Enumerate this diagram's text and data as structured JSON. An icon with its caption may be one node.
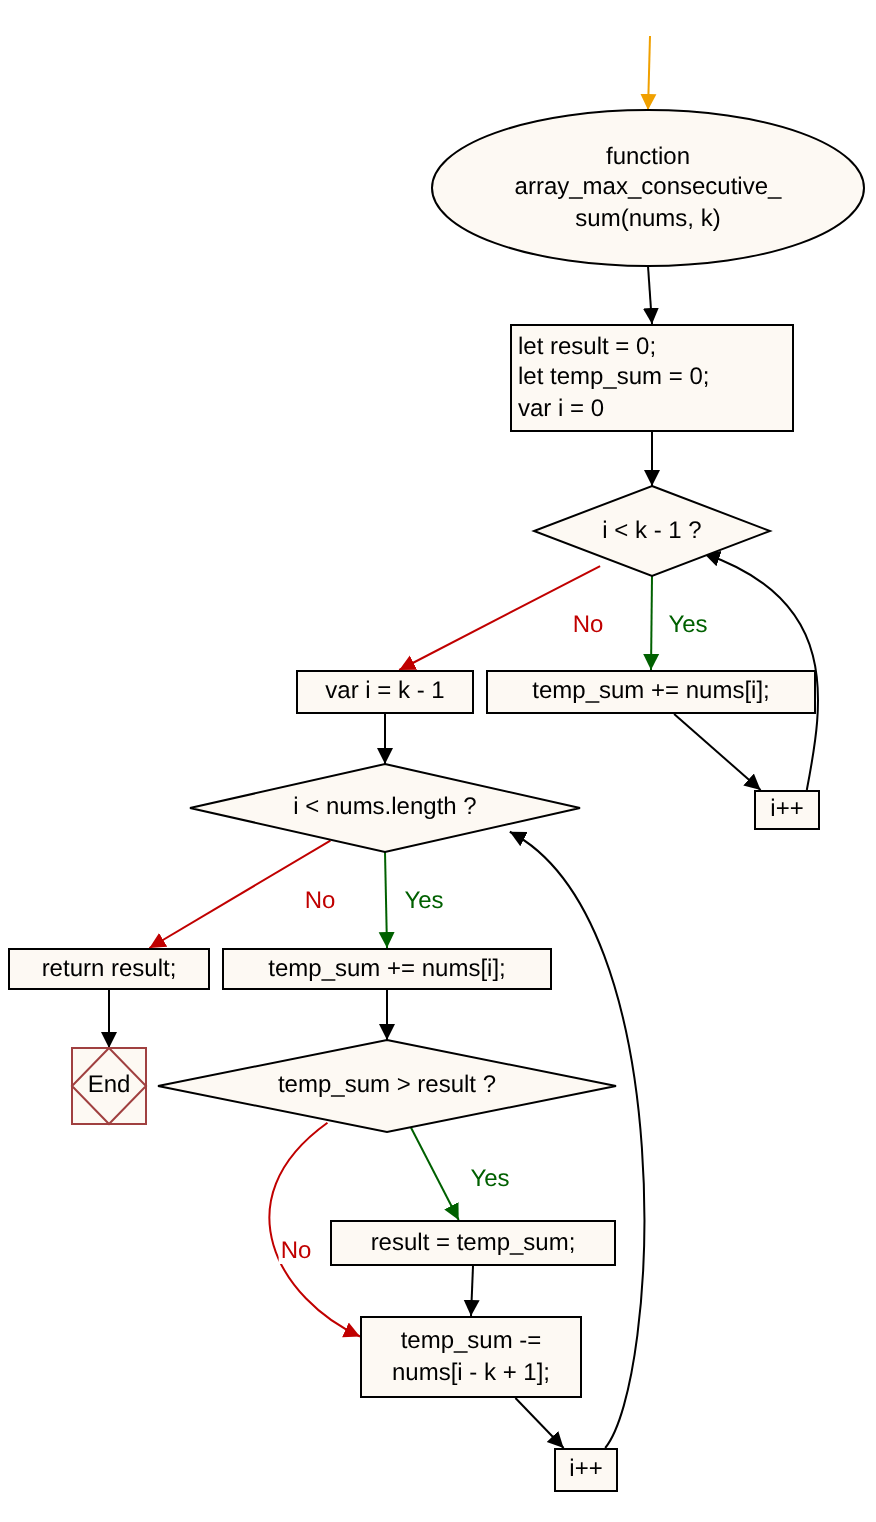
{
  "diagram": {
    "nodes": [
      {
        "text": [
          "function array_max_consecutive_ sum(nums, k)"
        ]
      },
      {
        "text": [
          "let result = 0;",
          "let temp_sum = 0;",
          "var i = 0"
        ]
      },
      {
        "text": [
          "i < k - 1 ?"
        ]
      },
      {
        "text": [
          "var i = k - 1"
        ]
      },
      {
        "text": [
          "temp_sum += nums[i];"
        ]
      },
      {
        "text": [
          "i++"
        ]
      },
      {
        "text": [
          "i < nums.length ?"
        ]
      },
      {
        "text": [
          "return result;"
        ]
      },
      {
        "text": [
          "End"
        ]
      },
      {
        "text": [
          "temp_sum += nums[i];"
        ]
      },
      {
        "text": [
          "temp_sum > result ?"
        ]
      },
      {
        "text": [
          "result = temp_sum;"
        ]
      },
      {
        "text": [
          "temp_sum -= nums[i - k + 1];"
        ]
      },
      {
        "text": [
          "i++"
        ]
      }
    ],
    "edges": [
      {
        "from": null,
        "to": 0,
        "arrow": "to",
        "color": "#f0a000"
      },
      {
        "from": 0,
        "to": 1,
        "arrow": "to"
      },
      {
        "from": 1,
        "to": 2,
        "arrow": "to"
      },
      {
        "from": 2,
        "to": 3,
        "arrow": "to",
        "label": "No",
        "color": "#c00000"
      },
      {
        "from": 2,
        "to": 4,
        "arrow": "to",
        "label": "Yes",
        "color": "#006000"
      },
      {
        "from": 4,
        "to": 5,
        "arrow": "to"
      },
      {
        "from": 5,
        "to": 2,
        "arrow": "to"
      },
      {
        "from": 3,
        "to": 6,
        "arrow": "to"
      },
      {
        "from": 6,
        "to": 7,
        "arrow": "to",
        "label": "No",
        "color": "#c00000"
      },
      {
        "from": 6,
        "to": 9,
        "arrow": "to",
        "label": "Yes",
        "color": "#006000"
      },
      {
        "from": 7,
        "to": 8,
        "arrow": "to"
      },
      {
        "from": 9,
        "to": 10,
        "arrow": "to"
      },
      {
        "from": 10,
        "to": 11,
        "arrow": "to",
        "label": "Yes",
        "color": "#006000"
      },
      {
        "from": 10,
        "to": 12,
        "arrow": "to",
        "label": "No",
        "color": "#c00000"
      },
      {
        "from": 11,
        "to": 12,
        "arrow": "to"
      },
      {
        "from": 12,
        "to": 13,
        "arrow": "to"
      },
      {
        "from": 13,
        "to": 6,
        "arrow": "to"
      }
    ]
  }
}
